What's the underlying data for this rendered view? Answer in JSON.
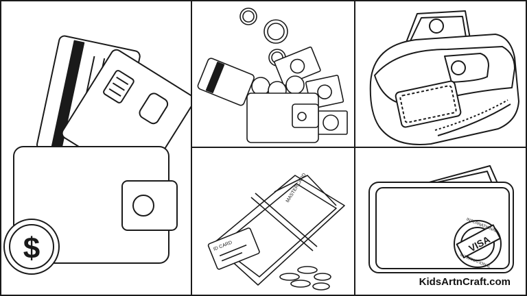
{
  "watermark": {
    "text": "KidsArtnCraft.com"
  },
  "coin_symbol": "$",
  "wallet4": {
    "card_label": "ID CARD",
    "mastercard_label": "MASTERCARD"
  },
  "wallet5": {
    "seal_top": "INTERNATIONAL",
    "seal_middle": "VISA",
    "seal_bottom": "INTERNATIONAL"
  },
  "colors": {
    "line": "#1a1a1a",
    "paper": "#ffffff"
  }
}
